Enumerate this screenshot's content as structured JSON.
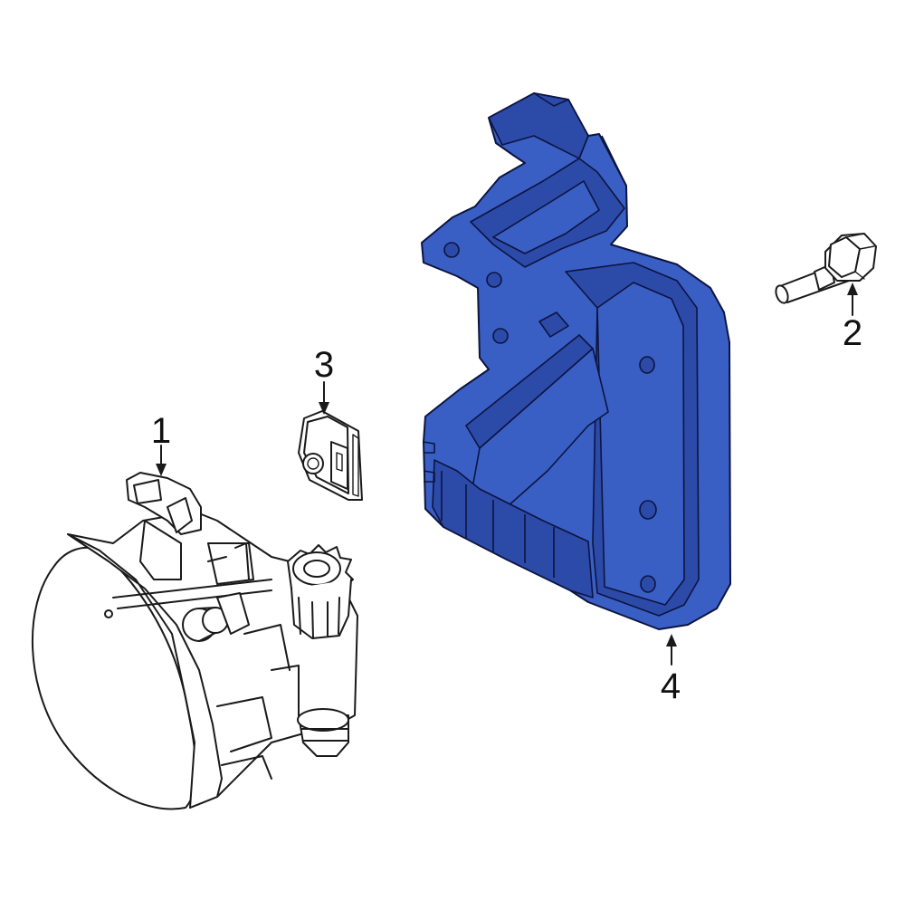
{
  "diagram": {
    "highlight_color": "#3a5fc4",
    "highlight_shadow_color": "#2c4aa8",
    "line_color": "#1a1a1a",
    "background": "#ffffff"
  },
  "callouts": [
    {
      "id": "1",
      "label": "1",
      "part": "fog-lamp-assembly"
    },
    {
      "id": "2",
      "label": "2",
      "part": "bolt"
    },
    {
      "id": "3",
      "label": "3",
      "part": "clip"
    },
    {
      "id": "4",
      "label": "4",
      "part": "mounting-bracket"
    }
  ]
}
